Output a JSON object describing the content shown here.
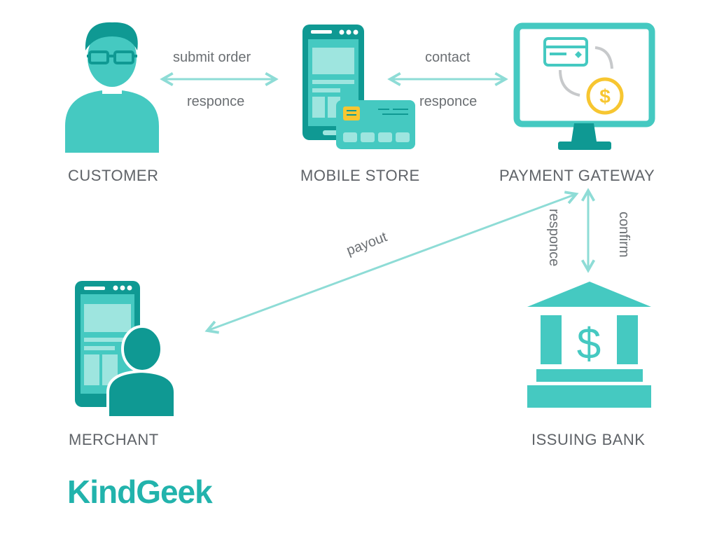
{
  "nodes": {
    "customer": "CUSTOMER",
    "mobile_store": "MOBILE STORE",
    "payment_gateway": "PAYMENT GATEWAY",
    "merchant": "MERCHANT",
    "issuing_bank": "ISSUING BANK"
  },
  "edges": {
    "customer_store_top": "submit order",
    "customer_store_bottom": "responce",
    "store_gateway_top": "contact",
    "store_gateway_bottom": "responce",
    "gateway_merchant": "payout",
    "gateway_bank_left": "responce",
    "gateway_bank_right": "confirm"
  },
  "logo": "KindGeek",
  "colors": {
    "primary": "#45c9c1",
    "dark": "#0f9993",
    "arrow": "#8edcd6",
    "coin": "#f7c631",
    "text": "#5f6368"
  }
}
